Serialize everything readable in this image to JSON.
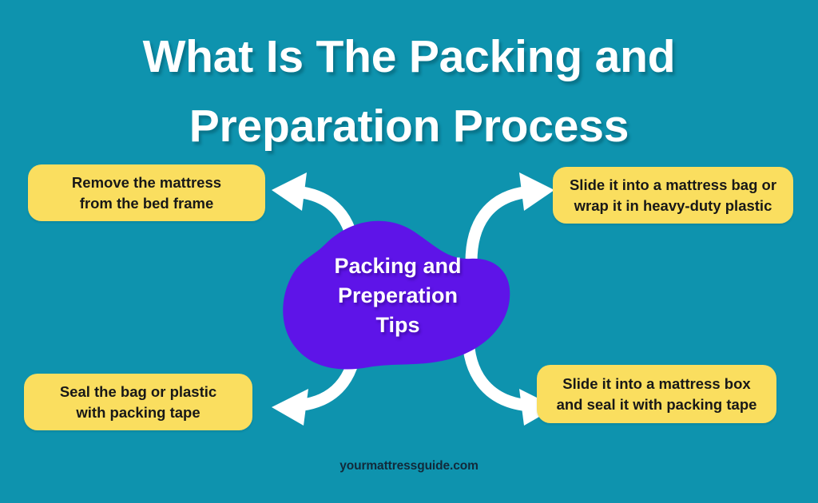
{
  "title": "What Is The Packing and\nPreparation Process",
  "colors": {
    "background": "#0e93ae",
    "box_yellow": "#fade5f",
    "blob_purple": "#5e14e8",
    "arrow_white": "#ffffff",
    "box_text": "#181818",
    "title_text": "#ffffff",
    "footer_text": "#122a3a"
  },
  "center": {
    "label": "Packing and\nPreperation\nTips"
  },
  "steps": [
    {
      "id": "step-1",
      "position": "top-left",
      "text": "Remove the mattress\nfrom the bed frame",
      "arrow": "curved-arrow-up-left-icon"
    },
    {
      "id": "step-2",
      "position": "top-right",
      "text": "Slide it into a mattress bag or\nwrap it in heavy-duty plastic",
      "arrow": "curved-arrow-up-right-icon"
    },
    {
      "id": "step-3",
      "position": "bottom-left",
      "text": "Seal the bag or plastic\nwith packing tape",
      "arrow": "curved-arrow-down-left-icon"
    },
    {
      "id": "step-4",
      "position": "bottom-right",
      "text": "Slide it into a mattress box\nand seal it with packing tape",
      "arrow": "curved-arrow-down-right-icon"
    }
  ],
  "footer": {
    "site": "yourmattressguide.com"
  }
}
